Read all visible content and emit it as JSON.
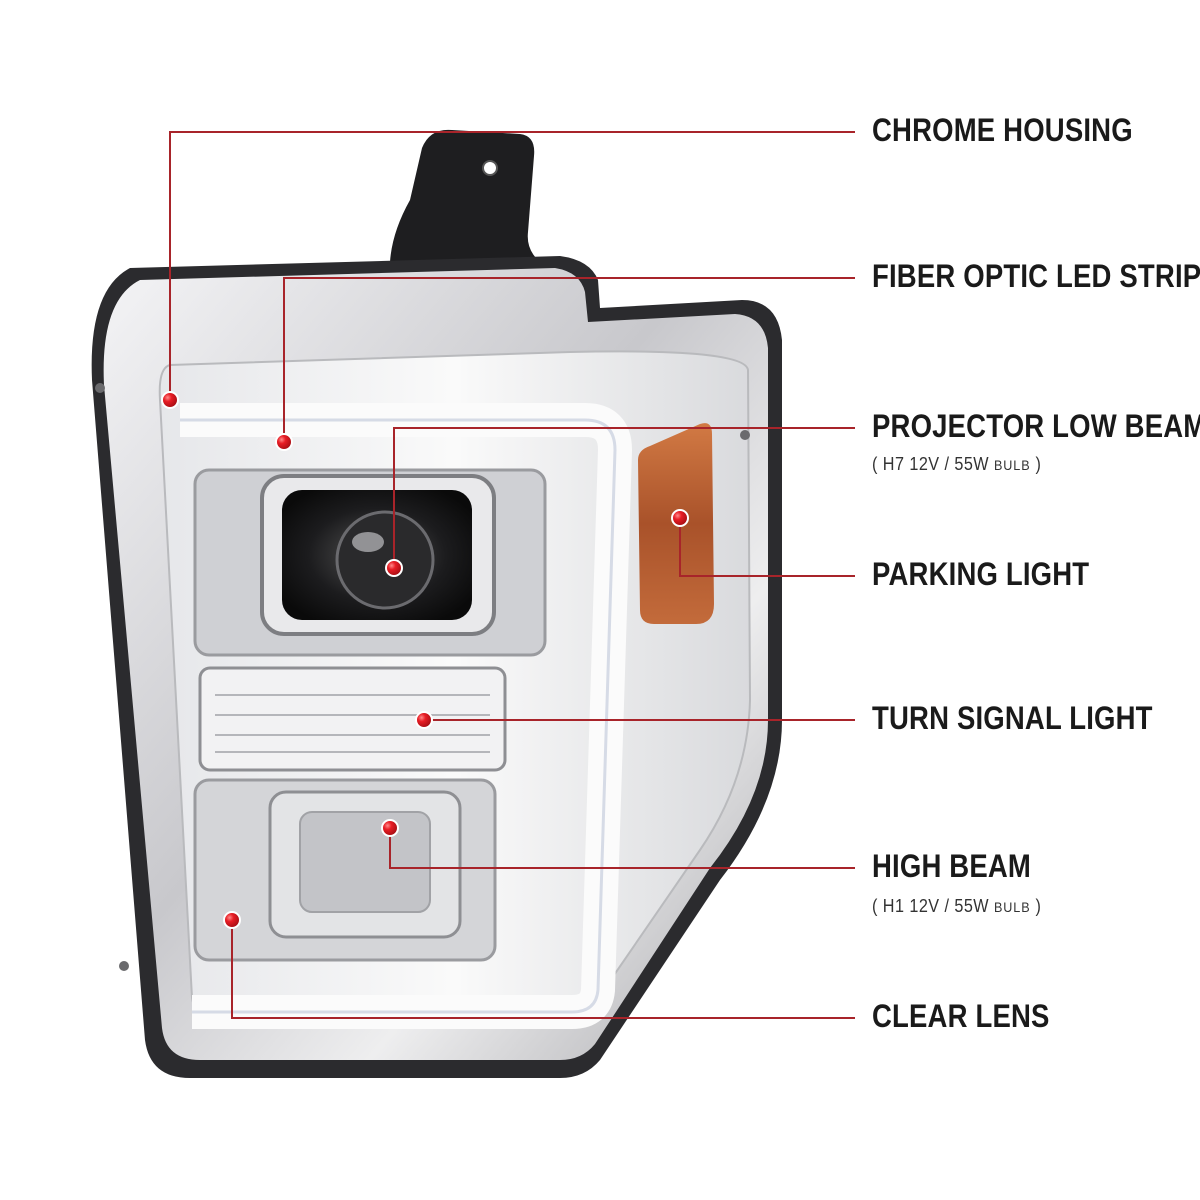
{
  "colors": {
    "leader_line": "#a8242a",
    "callout_dot": "#d7141c",
    "amber_lens": "#b0562a",
    "chrome": "#c9c9cc",
    "text": "#1a1a1a"
  },
  "callouts": [
    {
      "id": "chrome-housing",
      "title": "CHROME HOUSING"
    },
    {
      "id": "fiber-optic-led-strip",
      "title": "FIBER OPTIC LED STRIP"
    },
    {
      "id": "projector-low-beam",
      "title": "PROJECTOR LOW BEAM",
      "bulb_prefix": "( H7  12V / 55W",
      "bulb_word": "BULB",
      "bulb_suffix": ")"
    },
    {
      "id": "parking-light",
      "title": "PARKING LIGHT"
    },
    {
      "id": "turn-signal-light",
      "title": "TURN SIGNAL LIGHT"
    },
    {
      "id": "high-beam",
      "title": "HIGH BEAM",
      "bulb_prefix": "( H1  12V / 55W",
      "bulb_word": "BULB",
      "bulb_suffix": ")"
    },
    {
      "id": "clear-lens",
      "title": "CLEAR LENS"
    }
  ]
}
